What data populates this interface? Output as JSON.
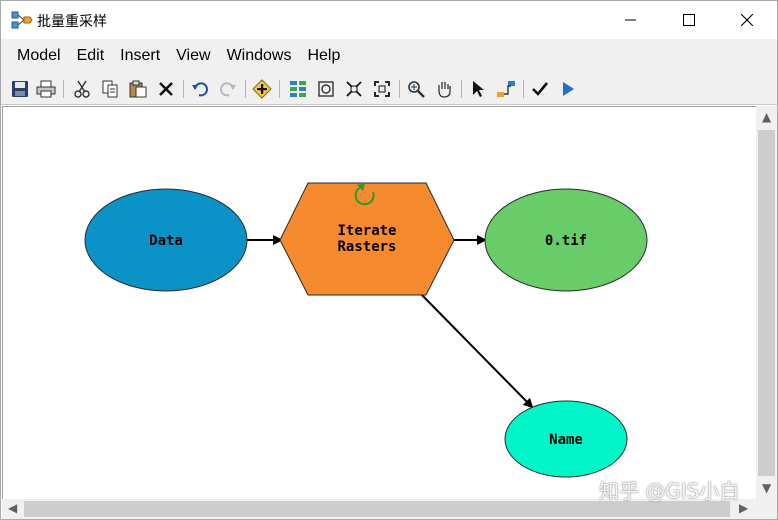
{
  "window": {
    "title": "批量重采样",
    "minimize_glyph": "—",
    "maximize_glyph": "☐",
    "close_glyph": "✕"
  },
  "menu": [
    "Model",
    "Edit",
    "Insert",
    "View",
    "Windows",
    "Help"
  ],
  "toolbar": {
    "icons": [
      "save-icon",
      "print-icon",
      "cut-icon",
      "copy-icon",
      "paste-icon",
      "delete-icon",
      "undo-icon",
      "redo-icon",
      "add-data-icon",
      "auto-layout-icon",
      "full-extent-icon",
      "zoom-in-fixed-icon",
      "zoom-out-fixed-icon",
      "zoom-icon",
      "pan-icon",
      "select-icon",
      "connect-icon",
      "validate-icon",
      "run-icon"
    ]
  },
  "model": {
    "nodes": {
      "data": {
        "label": "Data",
        "color": "#0b93c8"
      },
      "iterate": {
        "label_line1": "Iterate",
        "label_line2": "Rasters",
        "color": "#f68a2f"
      },
      "output": {
        "label": "0.tif",
        "color": "#68cd68"
      },
      "name": {
        "label": "Name",
        "color": "#00f5c8"
      }
    }
  },
  "watermark": "知乎 @GIS小白"
}
